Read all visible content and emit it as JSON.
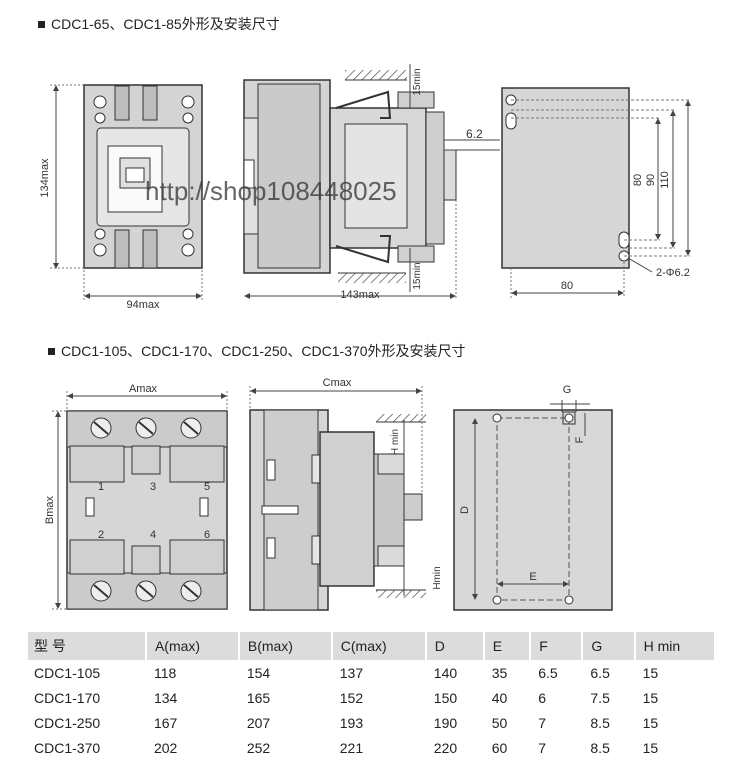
{
  "section1": {
    "title": "CDC1-65、CDC1-85外形及安装尺寸"
  },
  "section2": {
    "title": "CDC1-105、CDC1-170、CDC1-250、CDC1-370外形及安装尺寸"
  },
  "watermark": "http://shop108448025",
  "dims1": {
    "height": "134max",
    "front_width": "94max",
    "side_width": "143max",
    "min_top": "15min",
    "min_bottom": "15min",
    "offset": "6.2",
    "d80v": "80",
    "d90": "90",
    "d110": "110",
    "d80h": "80",
    "holes": "2-Φ6.2"
  },
  "dims2": {
    "a": "Amax",
    "b": "Bmax",
    "c": "Cmax",
    "h_top": "H min",
    "h_bottom": "Hmin",
    "d": "D",
    "e": "E",
    "f": "F",
    "g": "G",
    "terminals": [
      "1",
      "3",
      "5",
      "2",
      "4",
      "6"
    ]
  },
  "table": {
    "headers": [
      "型 号",
      "A(max)",
      "B(max)",
      "C(max)",
      "D",
      "E",
      "F",
      "G",
      "H min"
    ],
    "rows": [
      [
        "CDC1-105",
        "118",
        "154",
        "137",
        "140",
        "35",
        "6.5",
        "6.5",
        "15"
      ],
      [
        "CDC1-170",
        "134",
        "165",
        "152",
        "150",
        "40",
        "6",
        "7.5",
        "15"
      ],
      [
        "CDC1-250",
        "167",
        "207",
        "193",
        "190",
        "50",
        "7",
        "8.5",
        "15"
      ],
      [
        "CDC1-370",
        "202",
        "252",
        "221",
        "220",
        "60",
        "7",
        "8.5",
        "15"
      ]
    ]
  }
}
